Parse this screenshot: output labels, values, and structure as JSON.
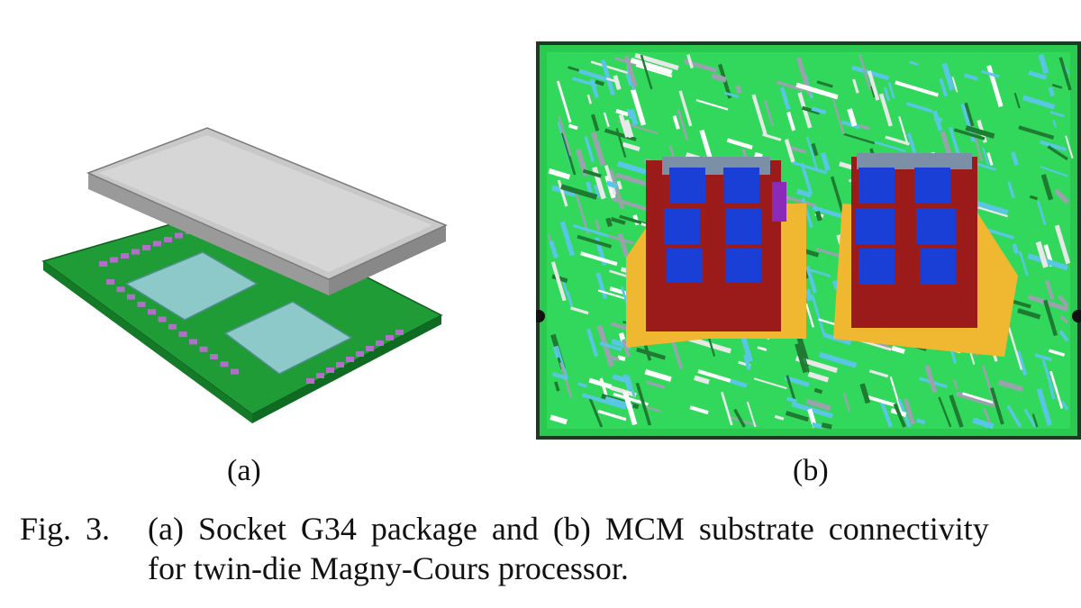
{
  "figure": {
    "subfigure_a": {
      "label": "(a)"
    },
    "subfigure_b": {
      "label": "(b)"
    },
    "caption": {
      "number": "Fig. 3.",
      "line1": "(a) Socket G34 package and (b) MCM substrate connectivity",
      "line2": "for twin-die Magny-Cours processor."
    }
  },
  "colors": {
    "substrate_green": "#22a53a",
    "lid_gray": "#c8c8c8",
    "die_cyan": "#8ec9c9",
    "pad_purple": "#b070c8",
    "trace_blue": "#1a3fd6",
    "trace_red": "#9b1a1a",
    "trace_yellow": "#f0b830",
    "trace_cyan": "#59c6e3"
  }
}
